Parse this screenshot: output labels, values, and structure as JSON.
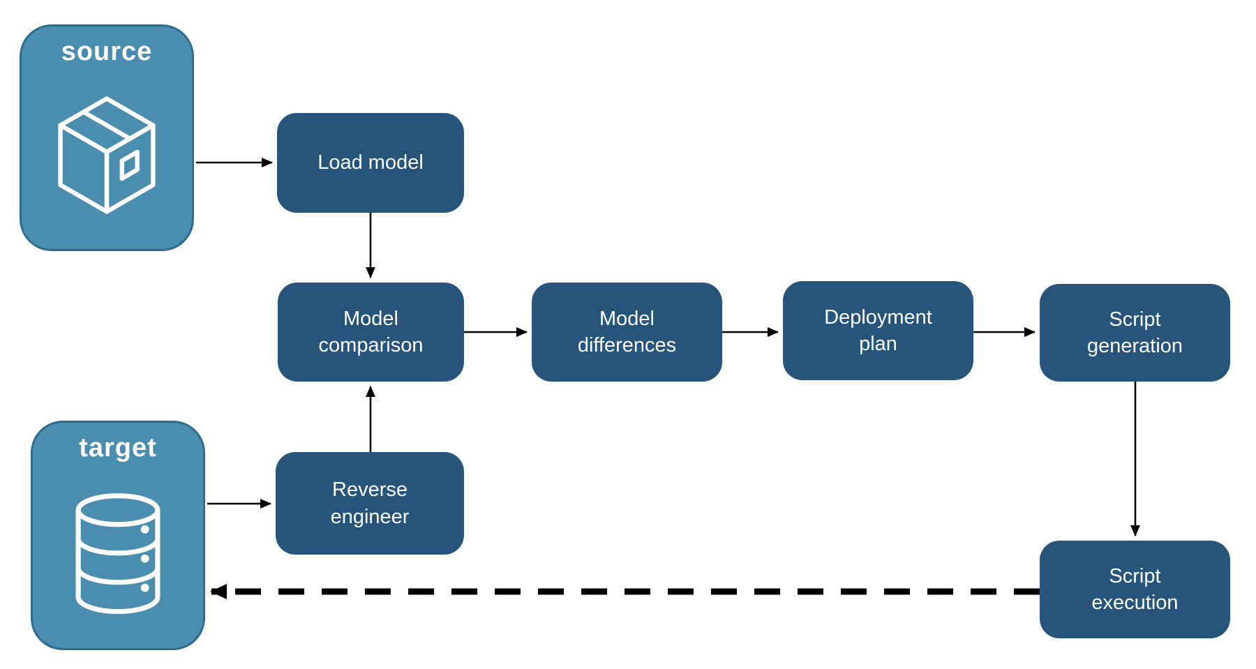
{
  "diagram": {
    "title_hint": "model deployment pipeline flowchart",
    "endpoints": {
      "source": {
        "label": "source",
        "icon": "package-box-icon"
      },
      "target": {
        "label": "target",
        "icon": "database-icon"
      }
    },
    "nodes": {
      "load_model": {
        "label": "Load model"
      },
      "model_comparison": {
        "label": "Model\ncomparison"
      },
      "model_differences": {
        "label": "Model\ndifferences"
      },
      "deployment_plan": {
        "label": "Deployment\nplan"
      },
      "script_generation": {
        "label": "Script\ngeneration"
      },
      "reverse_engineer": {
        "label": "Reverse\nengineer"
      },
      "script_execution": {
        "label": "Script\nexecution"
      }
    },
    "edges": [
      {
        "from": "source",
        "to": "load_model",
        "style": "solid"
      },
      {
        "from": "load_model",
        "to": "model_comparison",
        "style": "solid"
      },
      {
        "from": "model_comparison",
        "to": "model_differences",
        "style": "solid"
      },
      {
        "from": "model_differences",
        "to": "deployment_plan",
        "style": "solid"
      },
      {
        "from": "deployment_plan",
        "to": "script_generation",
        "style": "solid"
      },
      {
        "from": "script_generation",
        "to": "script_execution",
        "style": "solid"
      },
      {
        "from": "target",
        "to": "reverse_engineer",
        "style": "solid"
      },
      {
        "from": "reverse_engineer",
        "to": "model_comparison",
        "style": "solid"
      },
      {
        "from": "script_execution",
        "to": "target",
        "style": "dashed"
      }
    ],
    "colors": {
      "endpoint_fill": "#4A8DAF",
      "endpoint_border": "#2F6B8A",
      "node_fill": "#27547A",
      "text": "#FFFFFF",
      "arrow": "#000000",
      "background": "#FFFFFF"
    }
  }
}
